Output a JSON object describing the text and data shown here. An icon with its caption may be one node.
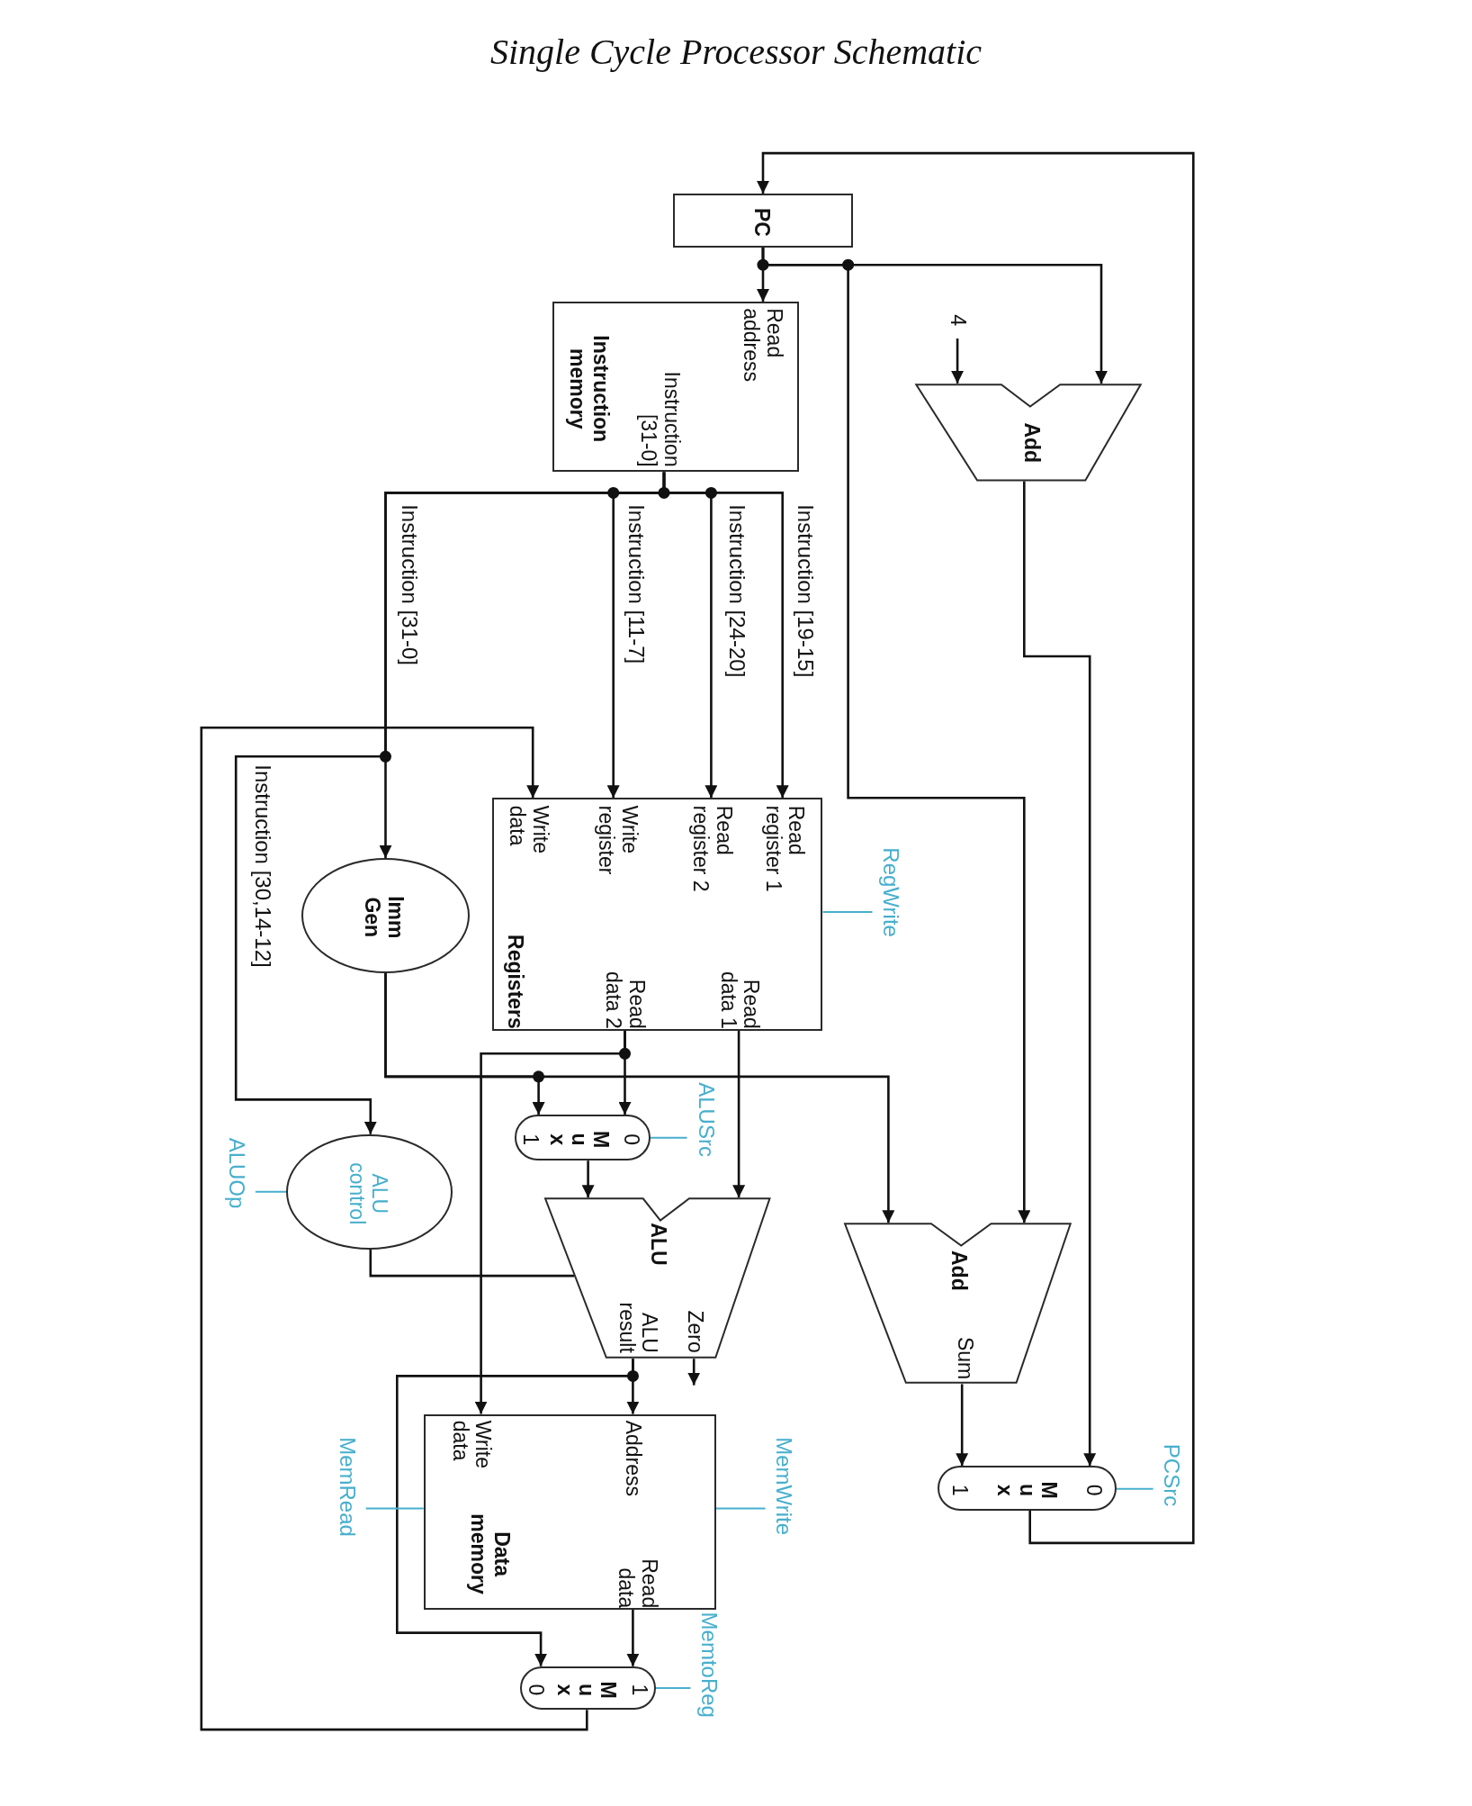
{
  "diagram": {
    "title": "Single Cycle Processor Schematic",
    "nodes": [
      {
        "text": [
          "PC"
        ]
      },
      {
        "text": [
          "Read address",
          "Instruction [31-0]",
          "Instruction memory"
        ]
      },
      {
        "text": [
          "Add"
        ]
      },
      {
        "text": [
          "4"
        ]
      },
      {
        "text": [
          "Read register 1",
          "Read register 2",
          "Write register",
          "Write data",
          "Read data 1",
          "Read data 2",
          "Registers"
        ]
      },
      {
        "text": [
          "Imm Gen"
        ]
      },
      {
        "text": [
          "0",
          "M u x",
          "1"
        ]
      },
      {
        "text": [
          "ALU control"
        ]
      },
      {
        "text": [
          "ALU",
          "Zero",
          "ALU result"
        ]
      },
      {
        "text": [
          "Add",
          "Sum"
        ]
      },
      {
        "text": [
          "0",
          "M u x",
          "1"
        ]
      },
      {
        "text": [
          "Address",
          "Read data",
          "Write data",
          "Data memory"
        ]
      },
      {
        "text": [
          "1",
          "M u x",
          "0"
        ]
      },
      {
        "text": [
          "RegWrite"
        ]
      },
      {
        "text": [
          "ALUSrc"
        ]
      },
      {
        "text": [
          "ALUOp"
        ]
      },
      {
        "text": [
          "MemWrite"
        ]
      },
      {
        "text": [
          "MemRead"
        ]
      },
      {
        "text": [
          "MemtoReg"
        ]
      },
      {
        "text": [
          "PCSrc"
        ]
      }
    ],
    "edges": [
      {
        "from": 0,
        "to": 1,
        "arrow": "to"
      },
      {
        "from": 0,
        "to": 2,
        "arrow": "to"
      },
      {
        "from": 3,
        "to": 2,
        "arrow": "to"
      },
      {
        "from": 0,
        "to": 9,
        "arrow": "to"
      },
      {
        "from": 2,
        "to": 10,
        "arrow": "to"
      },
      {
        "from": 9,
        "to": 10,
        "arrow": "to"
      },
      {
        "from": 10,
        "to": 0,
        "arrow": "to"
      },
      {
        "from": 1,
        "to": 4,
        "arrow": "to",
        "label": "Instruction [19-15]"
      },
      {
        "from": 1,
        "to": 4,
        "arrow": "to",
        "label": "Instruction [24-20]"
      },
      {
        "from": 1,
        "to": 4,
        "arrow": "to",
        "label": "Instruction [11-7]"
      },
      {
        "from": 1,
        "to": 5,
        "arrow": "to",
        "label": "Instruction [31-0]"
      },
      {
        "from": 1,
        "to": 7,
        "arrow": "to",
        "label": "Instruction [30,14-12]"
      },
      {
        "from": 4,
        "to": 8,
        "arrow": "to"
      },
      {
        "from": 4,
        "to": 6,
        "arrow": "to"
      },
      {
        "from": 4,
        "to": 11,
        "arrow": "to"
      },
      {
        "from": 5,
        "to": 6,
        "arrow": "to"
      },
      {
        "from": 5,
        "to": 9,
        "arrow": "to"
      },
      {
        "from": 6,
        "to": 8,
        "arrow": "to"
      },
      {
        "from": 7,
        "to": 8,
        "arrow": "none"
      },
      {
        "from": 8,
        "to": 11,
        "arrow": "to"
      },
      {
        "from": 8,
        "to": 12,
        "arrow": "to"
      },
      {
        "from": 8,
        "to": null,
        "arrow": "to"
      },
      {
        "from": 11,
        "to": 12,
        "arrow": "to"
      },
      {
        "from": 12,
        "to": 4,
        "arrow": "to"
      },
      {
        "from": 13,
        "to": 4,
        "arrow": "none",
        "color": "#47afcd"
      },
      {
        "from": 14,
        "to": 6,
        "arrow": "none",
        "color": "#47afcd"
      },
      {
        "from": 15,
        "to": 7,
        "arrow": "none",
        "color": "#47afcd"
      },
      {
        "from": 16,
        "to": 11,
        "arrow": "none",
        "color": "#47afcd"
      },
      {
        "from": 17,
        "to": 11,
        "arrow": "none",
        "color": "#47afcd"
      },
      {
        "from": 18,
        "to": 12,
        "arrow": "none",
        "color": "#47afcd"
      },
      {
        "from": 19,
        "to": 10,
        "arrow": "none",
        "color": "#47afcd"
      }
    ]
  }
}
